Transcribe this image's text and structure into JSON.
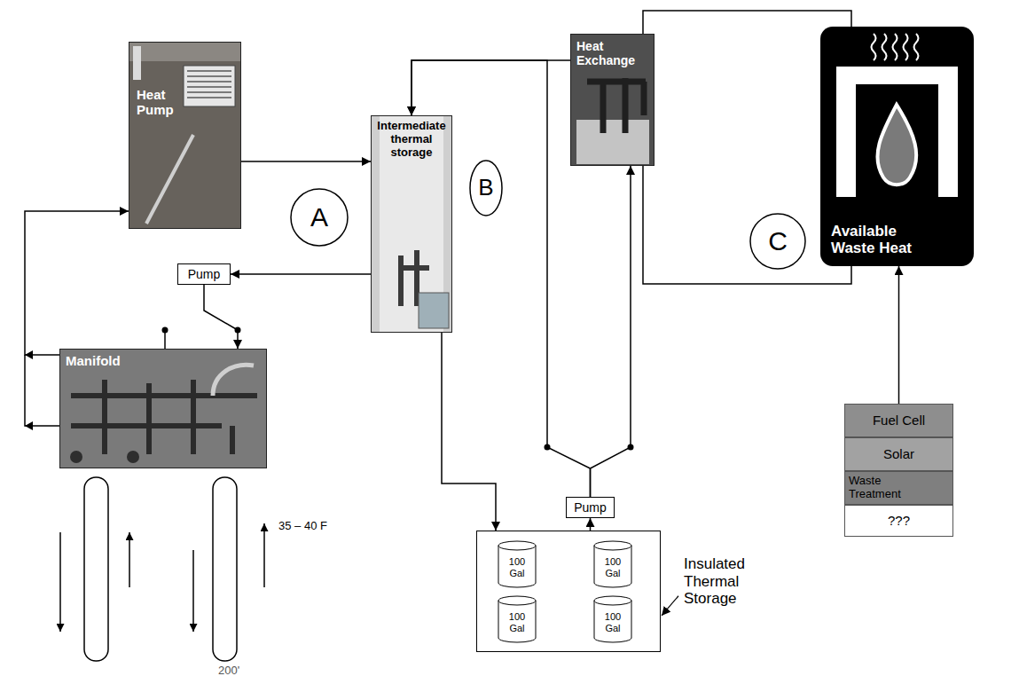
{
  "diagram": {
    "nodes": [
      {
        "text": [
          "Heat Pump"
        ]
      },
      {
        "text": [
          "A"
        ]
      },
      {
        "text": [
          "Intermediate thermal storage"
        ]
      },
      {
        "text": [
          "B"
        ]
      },
      {
        "text": [
          "Heat Exchange"
        ]
      },
      {
        "text": [
          "C"
        ]
      },
      {
        "text": [
          "Available Waste Heat"
        ]
      },
      {
        "text": [
          "Fuel Cell"
        ]
      },
      {
        "text": [
          "Solar"
        ]
      },
      {
        "text": [
          "Waste Treatment"
        ]
      },
      {
        "text": [
          "???"
        ]
      },
      {
        "text": [
          "Pump"
        ]
      },
      {
        "text": [
          "Manifold"
        ]
      },
      {
        "text": [
          "Pump"
        ]
      },
      {
        "text": [
          "Insulated Thermal Storage"
        ]
      },
      {
        "text": [
          "100 Gal"
        ],
        "in": 14
      },
      {
        "text": [
          "100 Gal"
        ],
        "in": 14
      },
      {
        "text": [
          "100 Gal"
        ],
        "in": 14
      },
      {
        "text": [
          "100 Gal"
        ],
        "in": 14
      }
    ],
    "edges": [
      {
        "from": 0,
        "to": 2,
        "arrow": "to"
      },
      {
        "from": 2,
        "to": 11,
        "arrow": "to"
      },
      {
        "from": 11,
        "to": 12,
        "arrow": "to"
      },
      {
        "from": 12,
        "to": 0,
        "arrow": "to"
      },
      {
        "from": 2,
        "to": 14,
        "arrow": "to"
      },
      {
        "from": 14,
        "to": 13,
        "arrow": "to"
      },
      {
        "from": 13,
        "to": 4,
        "arrow": "to"
      },
      {
        "from": 13,
        "to": 2,
        "arrow": "to"
      },
      {
        "from": 4,
        "to": 2,
        "arrow": "to"
      },
      {
        "from": 4,
        "to": 6,
        "arrow": "none"
      },
      {
        "from": 4,
        "to": 6,
        "arrow": "none"
      },
      {
        "from": 7,
        "to": 6,
        "arrow": "to"
      }
    ],
    "labels": [
      "35 – 40 F",
      "200'"
    ]
  }
}
